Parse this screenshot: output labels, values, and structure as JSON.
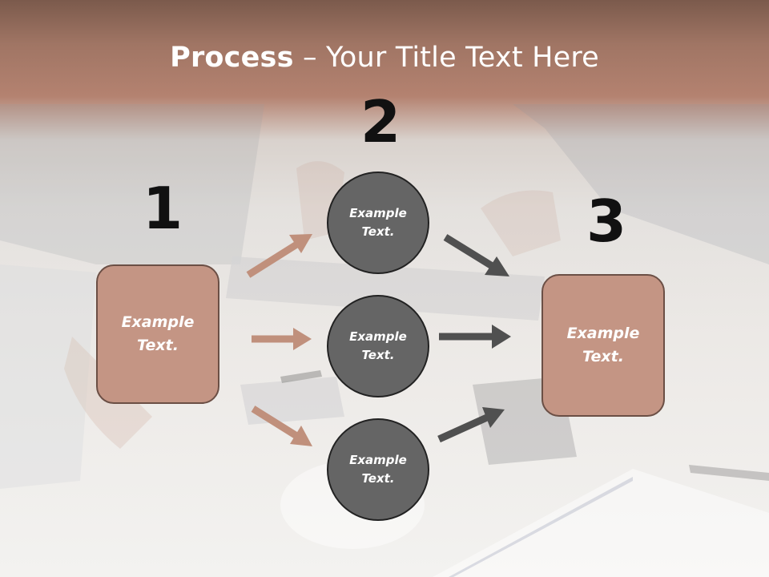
{
  "slide": {
    "title_bold": "Process",
    "title_rest": " – Your Title Text Here"
  },
  "steps": {
    "one": {
      "number": "1",
      "box_text": "Example Text."
    },
    "two": {
      "number": "2",
      "circles": [
        "Example Text.",
        "Example Text.",
        "Example Text."
      ]
    },
    "three": {
      "number": "3",
      "box_text": "Example Text."
    }
  },
  "colors": {
    "header_band": "#a87866",
    "box_fill": "#c49584",
    "box_border": "#6b4f45",
    "circle_fill": "#656565",
    "arrow_left": "#c0907c",
    "arrow_right": "#505050"
  }
}
